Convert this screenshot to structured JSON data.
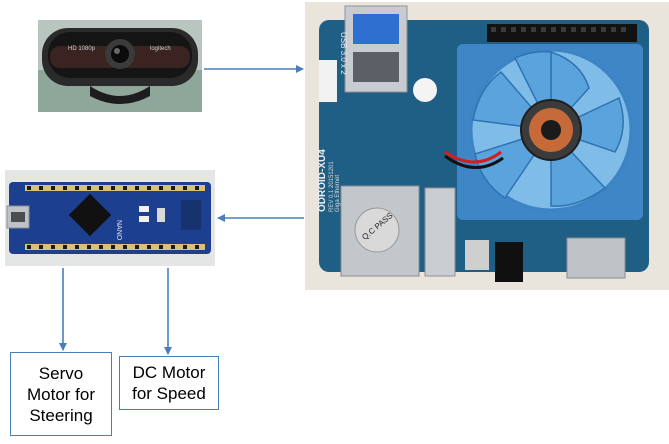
{
  "nodes": {
    "servo": {
      "lines": [
        "Servo",
        "Motor for",
        "Steering"
      ]
    },
    "dc": {
      "lines": [
        "DC Motor",
        "for Speed"
      ]
    }
  },
  "photos": {
    "webcam": {
      "icon": "webcam-photo",
      "brand": "logitech"
    },
    "nano": {
      "icon": "arduino-nano-photo",
      "board_text": "NANO"
    },
    "odroid": {
      "icon": "odroid-board-photo",
      "board_name": "ODROID-XU4",
      "board_rev": "REV 0.1 20151201",
      "board_sub": "Giga Ethernet",
      "usb_text": "USB 3.0 x 2",
      "pass_text": "Q.C PASS"
    }
  },
  "edges": [
    {
      "from": "webcam",
      "to": "odroid"
    },
    {
      "from": "odroid",
      "to": "nano"
    },
    {
      "from": "nano",
      "to": "servo"
    },
    {
      "from": "nano",
      "to": "dc"
    }
  ],
  "colors": {
    "arrow": "#4a7ebb",
    "box_border": "#4a7ebb",
    "board_blue": "#1f5f86",
    "fan_blue": "#5aa3dc",
    "nano_blue": "#1c3f8f"
  }
}
